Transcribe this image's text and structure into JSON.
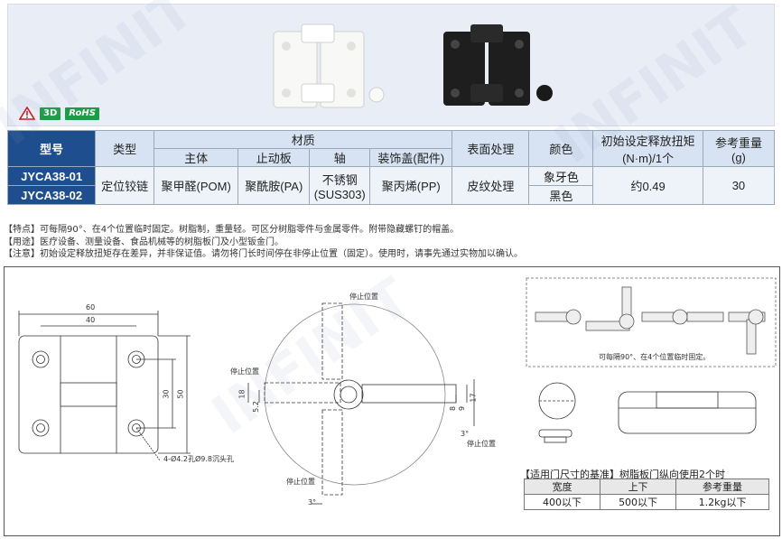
{
  "badges": {
    "threed": "3D",
    "rohs": "RoHS"
  },
  "table": {
    "head": {
      "model": "型号",
      "type": "类型",
      "material": "材质",
      "material_sub": [
        "主体",
        "止动板",
        "轴",
        "装饰盖(配件)"
      ],
      "surface": "表面处理",
      "color": "颜色",
      "torque_line1": "初始设定释放扭矩",
      "torque_line2": "(N·m)/1个",
      "weight_line1": "参考重量",
      "weight_line2": "(g)"
    },
    "models": [
      "JYCA38-01",
      "JYCA38-02"
    ],
    "type": "定位铰链",
    "body": "聚甲醛(POM)",
    "stopper": "聚酰胺(PA)",
    "shaft_line1": "不锈钢",
    "shaft_line2": "(SUS303)",
    "cover": "聚丙烯(PP)",
    "surface": "皮纹处理",
    "colors": [
      "象牙色",
      "黑色"
    ],
    "torque": "约0.49",
    "weight": "30"
  },
  "notes": [
    "【特点】可每隔90°、在4个位置临时固定。树脂制，重量轻。可区分树脂零件与金属零件。附带隐藏螺钉的帽盖。",
    "【用途】医疗设备、测量设备、食品机械等的树脂板门及小型钣金门。",
    "【注意】初始设定释放扭矩存在差异，并非保证值。请勿将门长时间停在非停止位置（固定）。使用时，请事先通过实物加以确认。"
  ],
  "drawing": {
    "dims": [
      "60",
      "40",
      "30",
      "50",
      "18",
      "5.2",
      "8",
      "9",
      "17",
      "3°",
      "3°"
    ],
    "hole_note": "4-Ø4.2孔Ø9.8沉头孔",
    "stop_position": "停止位置",
    "fix_note": "可每隔90°、在4个位置临时固定。"
  },
  "door": {
    "title": "【适用门尺寸的基准】树脂板门纵向使用2个时",
    "headers": [
      "宽度",
      "上下",
      "参考重量"
    ],
    "values": [
      "400以下",
      "500以下",
      "1.2kg以下"
    ]
  },
  "watermark": "INFINIT"
}
